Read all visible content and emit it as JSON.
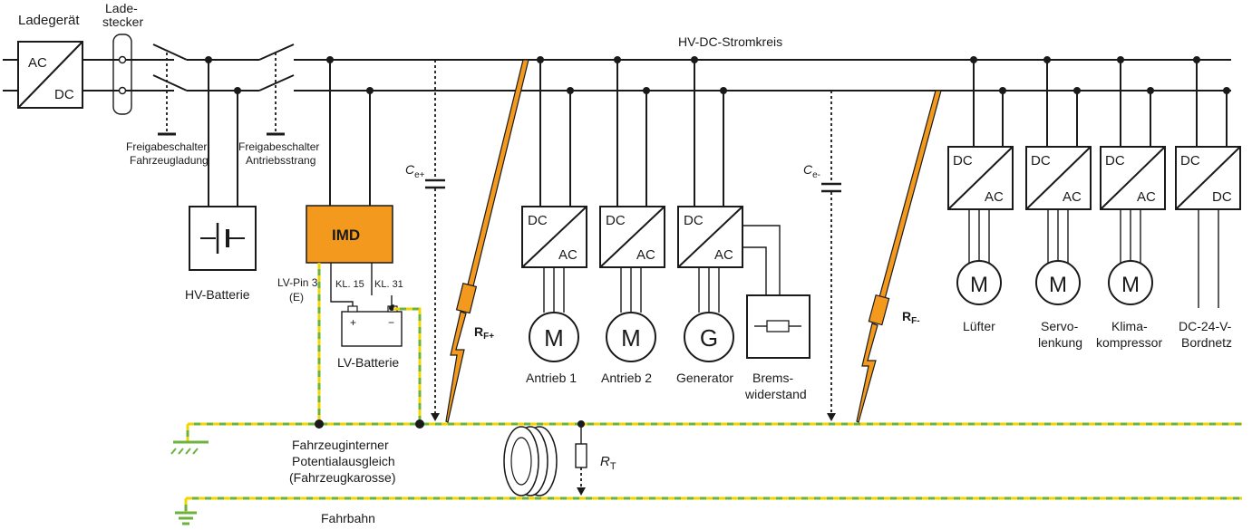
{
  "colors": {
    "accent_orange": "#f39a1e",
    "earth_green": "#6cb33e",
    "earth_yellow": "#f2d500",
    "line": "#1a1a1a"
  },
  "labels": {
    "ladegeraet": "Ladegerät",
    "ladestecker_1": "Lade-",
    "ladestecker_2": "stecker",
    "charger_ac": "AC",
    "charger_dc": "DC",
    "stromkreis": "HV-DC-Stromkreis",
    "freigabe_ladung_1": "Freigabeschalter",
    "freigabe_ladung_2": "Fahrzeugladung",
    "freigabe_antrieb_1": "Freigabeschalter",
    "freigabe_antrieb_2": "Antriebsstrang",
    "hv_batterie": "HV-Batterie",
    "imd": "IMD",
    "lv_pin_1": "LV-Pin 3",
    "lv_pin_2": "(E)",
    "kl15": "KL. 15",
    "kl31": "KL. 31",
    "plus": "+",
    "minus": "−",
    "lv_batterie": "LV-Batterie",
    "ce_plus_main": "C",
    "ce_plus_sub": "e+",
    "ce_minus_main": "C",
    "ce_minus_sub": "e-",
    "rf_plus_main": "R",
    "rf_plus_sub": "F+",
    "rf_minus_main": "R",
    "rf_minus_sub": "F-",
    "rt_main": "R",
    "rt_sub": "T",
    "karosse_1": "Fahrzeuginterner",
    "karosse_2": "Potentialausgleich",
    "karosse_3": "(Fahrzeugkarosse)",
    "fahrbahn": "Fahrbahn"
  },
  "inverters": [
    {
      "top": "DC",
      "bottom": "AC",
      "machine": "M",
      "label_1": "Antrieb 1",
      "label_2": ""
    },
    {
      "top": "DC",
      "bottom": "AC",
      "machine": "M",
      "label_1": "Antrieb 2",
      "label_2": ""
    },
    {
      "top": "DC",
      "bottom": "AC",
      "machine": "G",
      "label_1": "Generator",
      "label_2": ""
    }
  ],
  "brake_resistor": {
    "label_1": "Brems-",
    "label_2": "widerstand"
  },
  "aux_converters": [
    {
      "top": "DC",
      "bottom": "AC",
      "machine": "M",
      "label_1": "Lüfter",
      "label_2": ""
    },
    {
      "top": "DC",
      "bottom": "AC",
      "machine": "M",
      "label_1": "Servo-",
      "label_2": "lenkung"
    },
    {
      "top": "DC",
      "bottom": "AC",
      "machine": "M",
      "label_1": "Klima-",
      "label_2": "kompressor"
    },
    {
      "top": "DC",
      "bottom": "DC",
      "machine": "",
      "label_1": "DC-24-V-",
      "label_2": "Bordnetz"
    }
  ]
}
